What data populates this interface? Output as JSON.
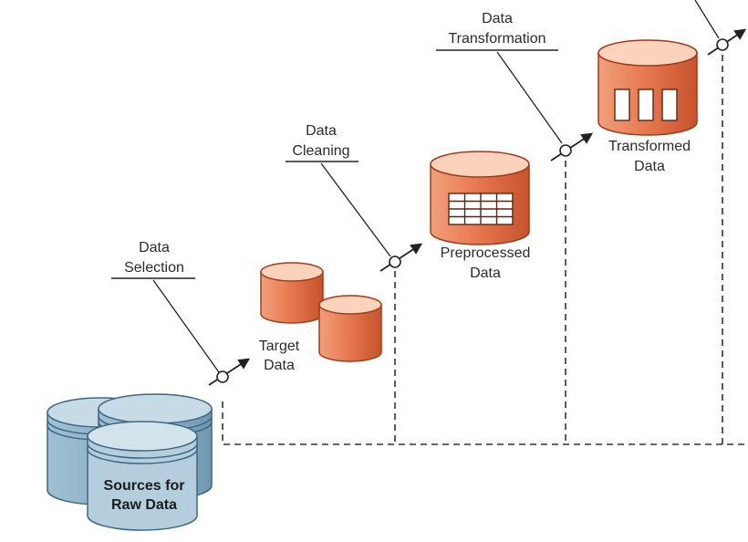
{
  "colors": {
    "orange_top": "#fbd2bb",
    "orange_body": "#e57049",
    "orange_dark": "#b8431f",
    "blue_body": "#8fb3c8",
    "blue_top": "#c7dbe7",
    "blue_dark": "#4d7791",
    "line": "#222222"
  },
  "steps": [
    {
      "name": "data-selection",
      "line1": "Data",
      "line2": "Selection"
    },
    {
      "name": "data-cleaning",
      "line1": "Data",
      "line2": "Cleaning"
    },
    {
      "name": "data-transformation",
      "line1": "Data",
      "line2": "Transformation"
    }
  ],
  "stores": {
    "sources": {
      "line1": "Sources for",
      "line2": "Raw Data",
      "icon": "database-stack-icon"
    },
    "target": {
      "line1": "Target",
      "line2": "Data",
      "icon": "database-pair-icon"
    },
    "preprocessed": {
      "line1": "Preprocessed",
      "line2": "Data",
      "icon": "database-table-icon"
    },
    "transformed": {
      "line1": "Transformed",
      "line2": "Data",
      "icon": "database-columns-icon"
    }
  }
}
